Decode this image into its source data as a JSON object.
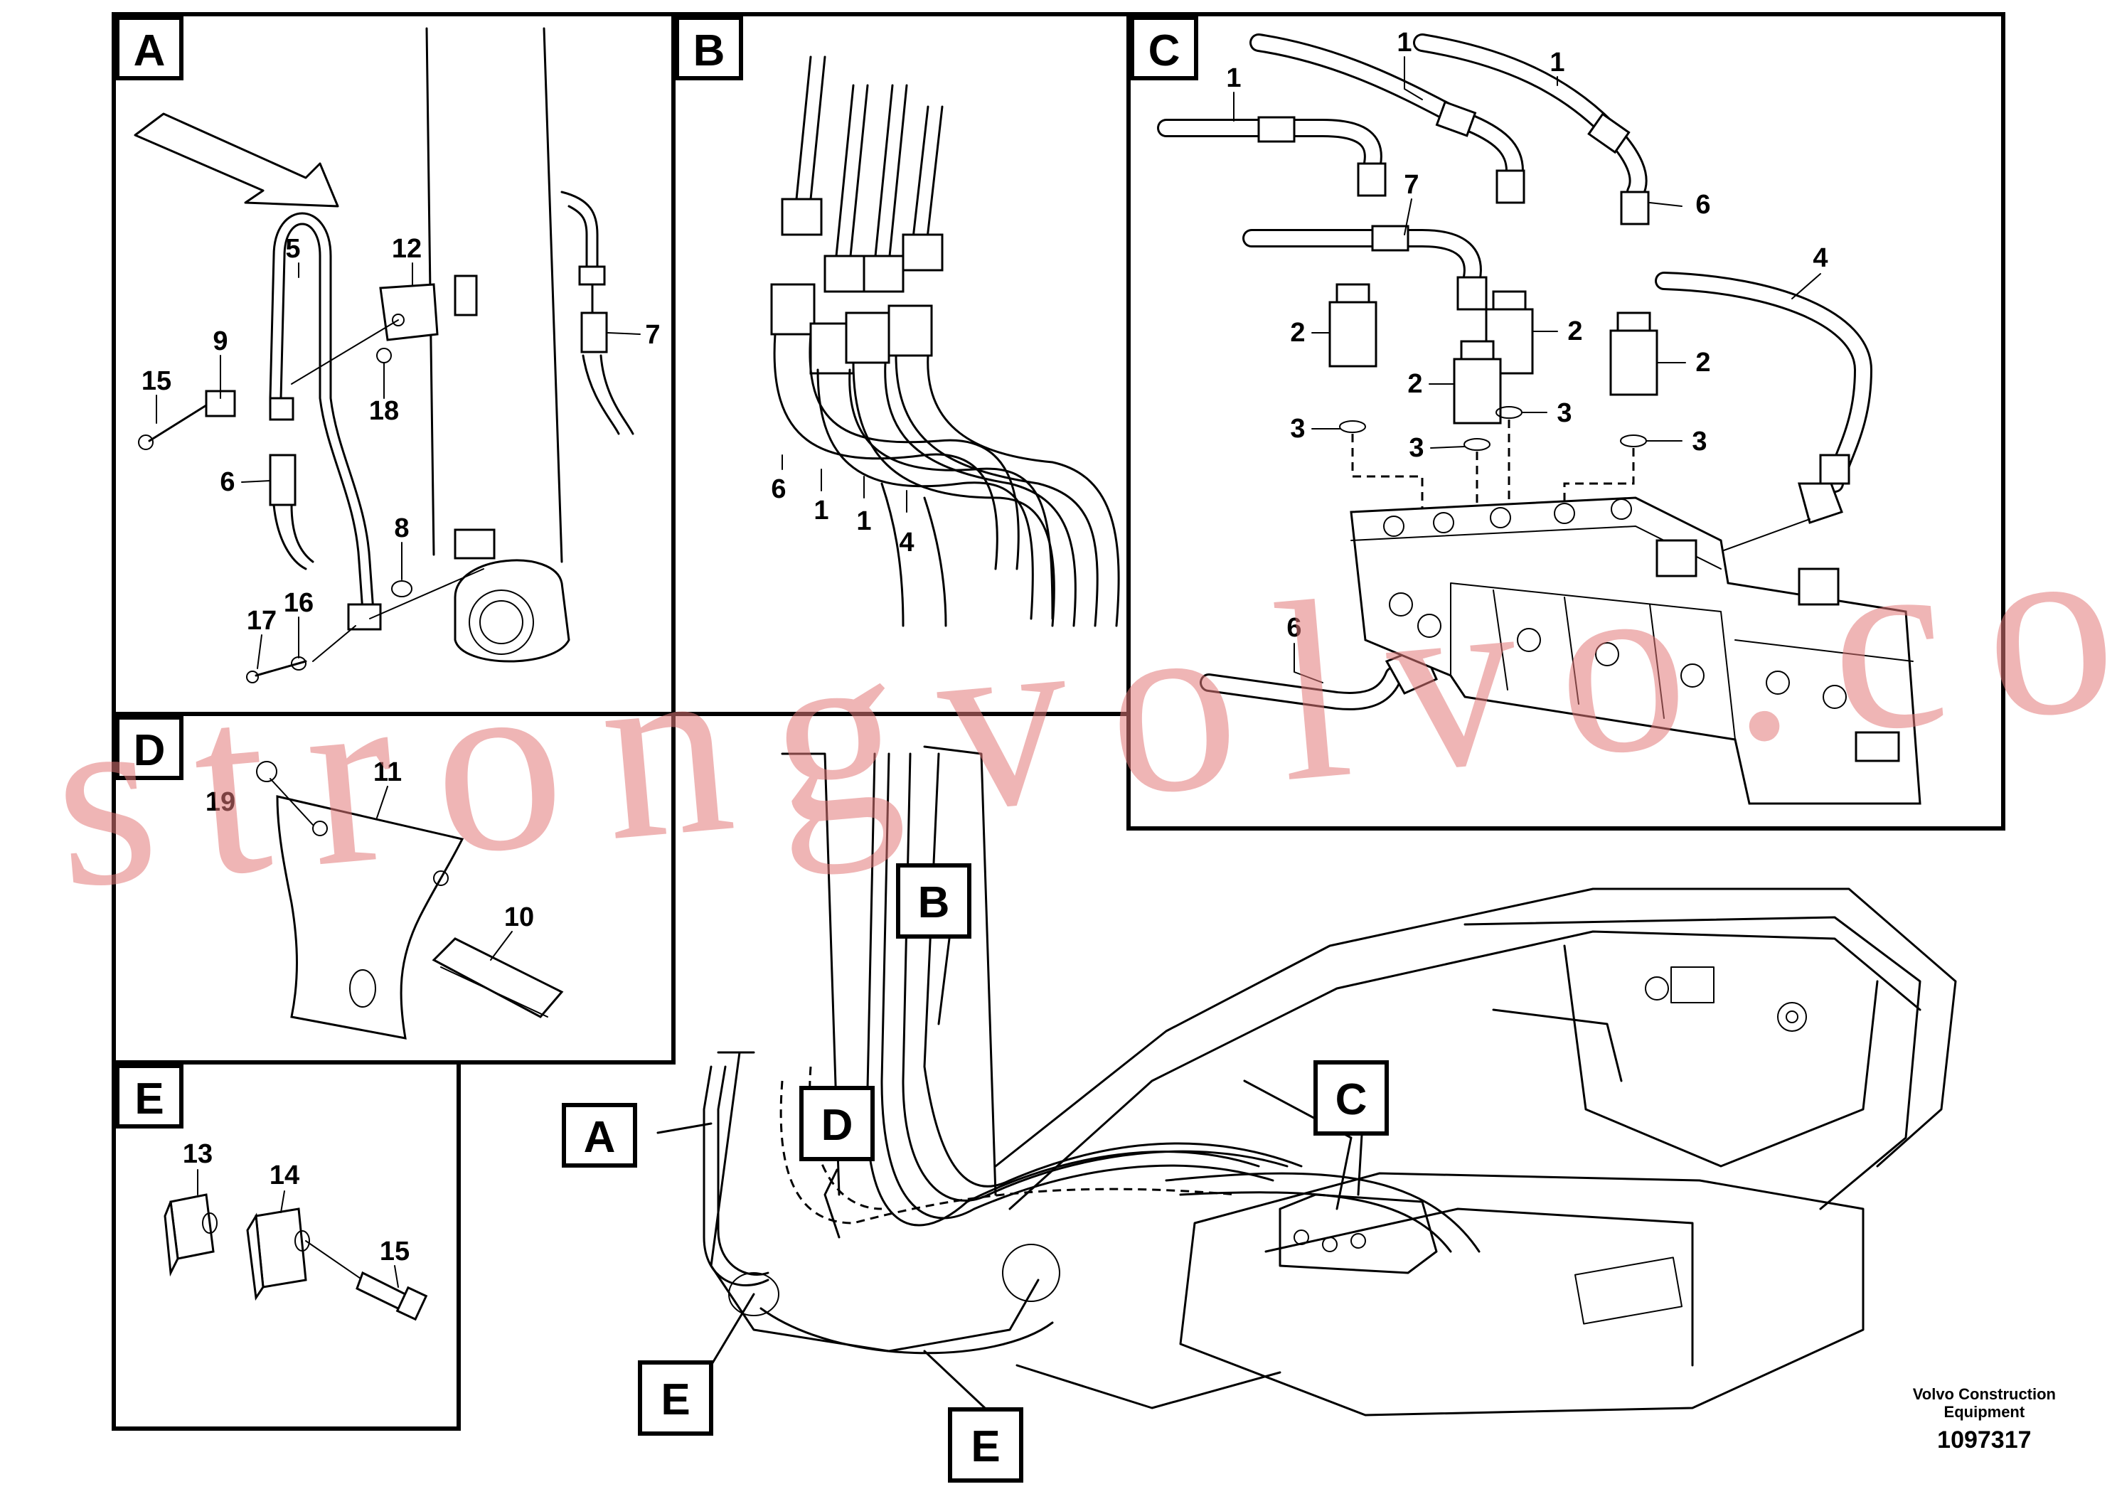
{
  "panels": [
    {
      "id": "A",
      "label": "A"
    },
    {
      "id": "B",
      "label": "B"
    },
    {
      "id": "C",
      "label": "C"
    },
    {
      "id": "D",
      "label": "D"
    },
    {
      "id": "E",
      "label": "E"
    }
  ],
  "overview_tags": [
    "B",
    "C",
    "A",
    "D",
    "E",
    "E"
  ],
  "callouts": {
    "A": [
      "5",
      "12",
      "9",
      "15",
      "18",
      "6",
      "7",
      "8",
      "16",
      "17"
    ],
    "B": [
      "6",
      "1",
      "1",
      "4"
    ],
    "C": [
      "1",
      "1",
      "1",
      "7",
      "6",
      "4",
      "2",
      "2",
      "2",
      "2",
      "3",
      "3",
      "3",
      "6"
    ],
    "D": [
      "11",
      "19",
      "10"
    ],
    "E": [
      "13",
      "14",
      "15"
    ]
  },
  "brand": {
    "line1": "Volvo Construction",
    "line2": "Equipment"
  },
  "drawing_number": "1097317",
  "watermark": "strongvolvo.com"
}
